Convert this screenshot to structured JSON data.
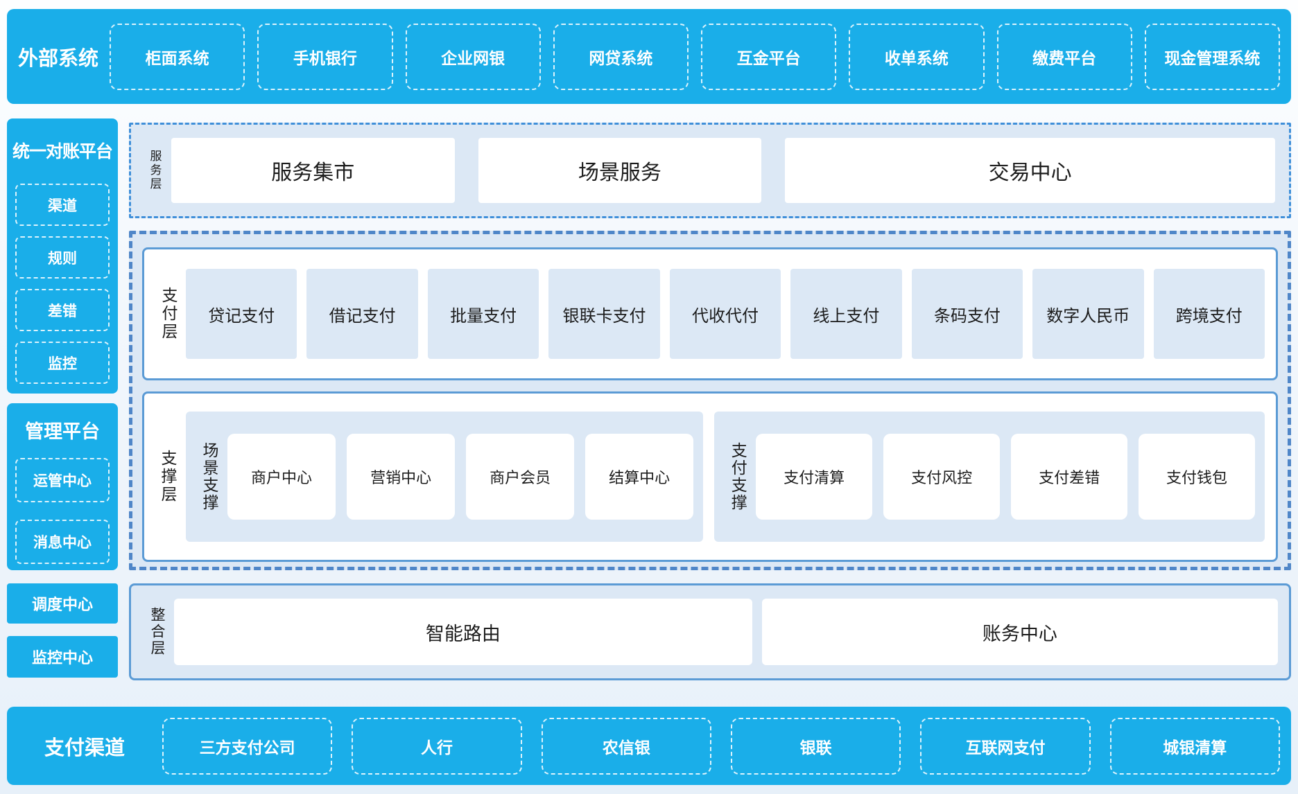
{
  "colors": {
    "brand_blue": "#1aaee9",
    "panel_bg": "#dce8f5",
    "solid_border_blue": "#5b9bd5",
    "dashed_border_blue": "#4f86c8",
    "dashdot_border_blue": "#3f8fd9",
    "white_dashed_border": "#ffffff",
    "text_dark": "#1c1c1c"
  },
  "external_systems": {
    "title": "外部系统",
    "items": [
      "柜面系统",
      "手机银行",
      "企业网银",
      "网贷系统",
      "互金平台",
      "收单系统",
      "缴费平台",
      "现金管理系统"
    ]
  },
  "reconciliation_platform": {
    "title": "统一对账平台",
    "items": [
      "渠道",
      "规则",
      "差错",
      "监控"
    ]
  },
  "management_platform": {
    "title": "管理平台",
    "items": [
      "运管中心",
      "消息中心"
    ]
  },
  "standalone_centers": [
    "调度中心",
    "监控中心"
  ],
  "service_layer": {
    "label": "服务层",
    "items": [
      "服务集市",
      "场景服务",
      "交易中心"
    ]
  },
  "payment_layer": {
    "label": "支付层",
    "items": [
      "贷记支付",
      "借记支付",
      "批量支付",
      "银联卡支付",
      "代收代付",
      "线上支付",
      "条码支付",
      "数字人民币",
      "跨境支付"
    ]
  },
  "support_layer": {
    "label": "支撑层",
    "groups": [
      {
        "label": "场景支撑",
        "items": [
          "商户中心",
          "营销中心",
          "商户会员",
          "结算中心"
        ]
      },
      {
        "label": "支付支撑",
        "items": [
          "支付清算",
          "支付风控",
          "支付差错",
          "支付钱包"
        ]
      }
    ]
  },
  "integration_layer": {
    "label": "整合层",
    "items": [
      "智能路由",
      "账务中心"
    ]
  },
  "payment_channels": {
    "title": "支付渠道",
    "items": [
      "三方支付公司",
      "人行",
      "农信银",
      "银联",
      "互联网支付",
      "城银清算"
    ]
  }
}
